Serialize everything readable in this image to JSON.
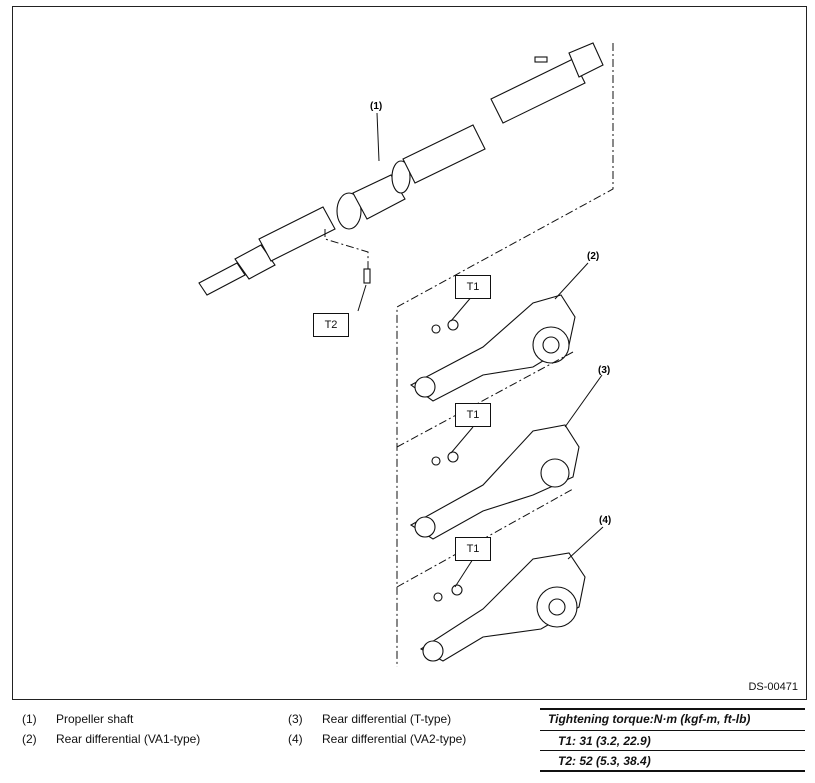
{
  "callouts": [
    "(1)",
    "(2)",
    "(3)",
    "(4)"
  ],
  "torque_tags": [
    "T1",
    "T1",
    "T1",
    "T2"
  ],
  "drawing_id": "DS-00471",
  "legend": [
    {
      "num": "(1)",
      "text": "Propeller shaft"
    },
    {
      "num": "(2)",
      "text": "Rear differential (VA1-type)"
    },
    {
      "num": "(3)",
      "text": "Rear differential (T-type)"
    },
    {
      "num": "(4)",
      "text": "Rear differential (VA2-type)"
    }
  ],
  "torque_table": {
    "title": "Tightening torque:N·m (kgf-m, ft-lb)",
    "rows": [
      {
        "label": "T1:",
        "value": "31 (3.2, 22.9)"
      },
      {
        "label": "T2:",
        "value": "52 (5.3, 38.4)"
      }
    ]
  }
}
